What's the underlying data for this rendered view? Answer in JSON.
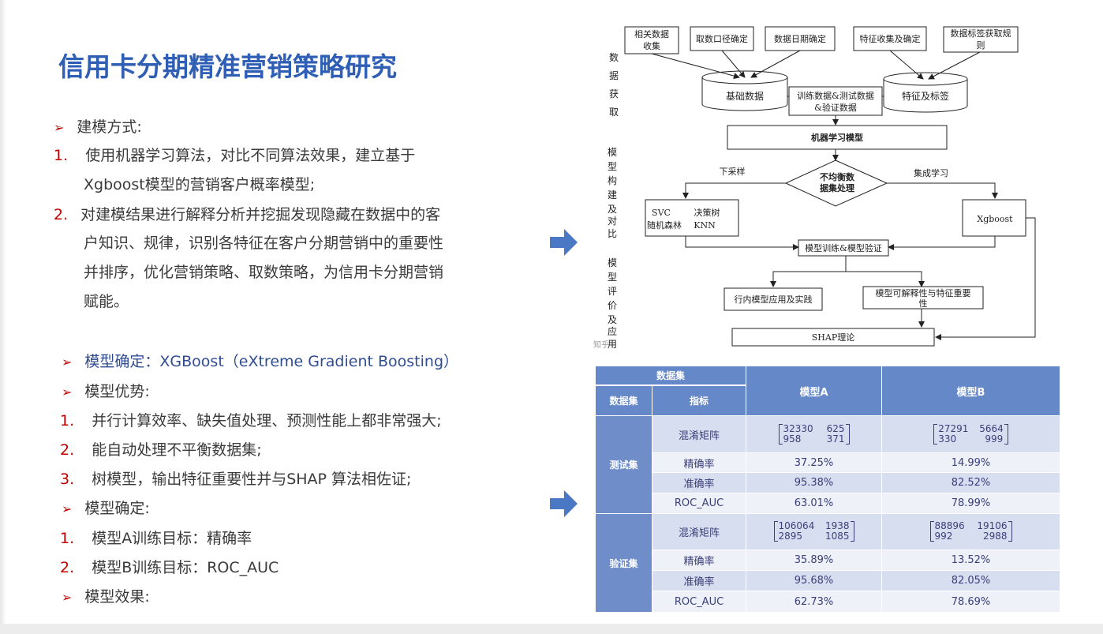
{
  "title": "信用卡分期精准营销策略研究",
  "left": {
    "modeling_header": "建模方式:",
    "item1_num": "1.",
    "item1_line1": "使用机器学习算法，对比不同算法效果，建立基于",
    "item1_line2": "Xgboost模型的营销客户概率模型;",
    "item2_num": "2.",
    "item2_line1": "对建模结果进行解释分析并挖掘发现隐藏在数据中的客",
    "item2_line2": "户知识、规律，识别各特征在客户分期营销中的重要性",
    "item2_line3": "并排序，优化营销策略、取数策略，为信用卡分期营销",
    "item2_line4": "赋能。",
    "model_choice": "模型确定：XGBoost（eXtreme Gradient Boosting）",
    "advantage_header": "模型优势:",
    "adv1_num": "1.",
    "adv1": "并行计算效率、缺失值处理、预测性能上都非常强大;",
    "adv2_num": "2.",
    "adv2": "能自动处理不平衡数据集;",
    "adv3_num": "3.",
    "adv3": "树模型，输出特征重要性并与SHAP 算法相佐证;",
    "model_set_header": "模型确定:",
    "ma_num": "1.",
    "ma": "模型A训练目标：精确率",
    "mb_num": "2.",
    "mb": "模型B训练目标：ROC_AUC",
    "effect_header": "模型效果:"
  },
  "flow": {
    "side_data": [
      "数",
      "据",
      "获",
      "取"
    ],
    "side_model": [
      "模",
      "型",
      "构",
      "建",
      "及",
      "对",
      "比"
    ],
    "side_eval": [
      "模",
      "型",
      "评",
      "价",
      "及",
      "应",
      "用"
    ],
    "box_related_1": "相关数据",
    "box_related_2": "收集",
    "box_caliber": "取数口径确定",
    "box_date": "数据日期确定",
    "box_feature": "特征收集及确定",
    "box_label_1": "数据标签获取规",
    "box_label_2": "则",
    "db_base": "基础数据",
    "split_1": "训练数据&测试数据",
    "split_2": "&验证数据",
    "db_feature": "特征及标签",
    "ml_model": "机器学习模型",
    "diamond_1": "不均衡数",
    "diamond_2": "据集处理",
    "down_sample": "下采样",
    "ensemble": "集成学习",
    "algos_1a": "SVC",
    "algos_1b": "决策树",
    "algos_2a": "随机森林",
    "algos_2b": "KNN",
    "xgboost": "Xgboost",
    "train_verify": "模型训练&模型验证",
    "apply": "行内模型应用及实践",
    "explain_1": "模型可解释性与特征重要",
    "explain_2": "性",
    "shap": "SHAP理论",
    "watermark": "知乎"
  },
  "table": {
    "h_dataset_top": "数据集",
    "h_dataset": "数据集",
    "h_metric": "指标",
    "h_model_a": "模型A",
    "h_model_b": "模型B",
    "test": "测试集",
    "valid": "验证集",
    "m_confusion": "混淆矩阵",
    "m_precision": "精确率",
    "m_accuracy": "准确率",
    "m_auc": "ROC_AUC",
    "test_a_cm": [
      "32330",
      "625",
      "958",
      "371"
    ],
    "test_b_cm": [
      "27291",
      "5664",
      "330",
      "999"
    ],
    "test_a_prec": "37.25%",
    "test_b_prec": "14.99%",
    "test_a_acc": "95.38%",
    "test_b_acc": "82.52%",
    "test_a_auc": "63.01%",
    "test_b_auc": "78.99%",
    "val_a_cm": [
      "106064",
      "1938",
      "2895",
      "1085"
    ],
    "val_b_cm": [
      "88896",
      "19106",
      "992",
      "2988"
    ],
    "val_a_prec": "35.89%",
    "val_b_prec": "13.52%",
    "val_a_acc": "95.68%",
    "val_b_acc": "82.05%",
    "val_a_auc": "62.73%",
    "val_b_auc": "78.69%"
  },
  "colors": {
    "title": "#2f5eb5",
    "accent_red": "#c00000",
    "arrow": "#4a78c4",
    "table_header": "#6488c8"
  }
}
